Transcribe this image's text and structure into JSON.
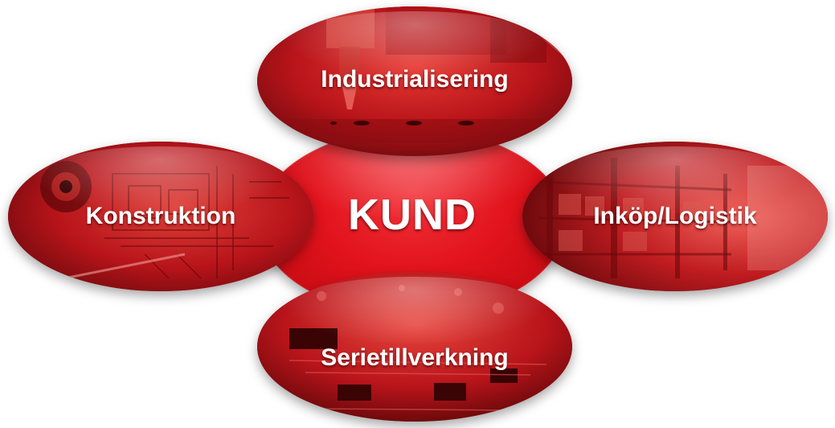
{
  "center": {
    "label": "KUND"
  },
  "nodes": {
    "top": {
      "label": "Industrialisering"
    },
    "left": {
      "label": "Konstruktion"
    },
    "right": {
      "label": "Inköp/Logistik"
    },
    "bottom": {
      "label": "Serietillverkning"
    }
  },
  "colors": {
    "brand_red": "#e2131c",
    "dark_red": "#8e0b10",
    "text": "#ffffff"
  }
}
